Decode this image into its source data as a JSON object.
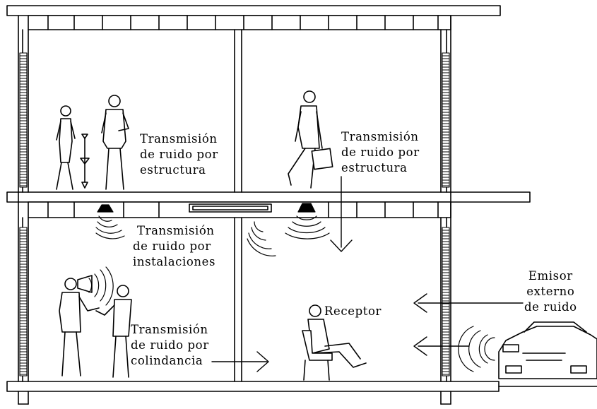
{
  "labels": {
    "structure_left": [
      "Transmisión",
      "de ruido por",
      "estructura"
    ],
    "structure_right": [
      "Transmisión",
      "de ruido por",
      "estructura"
    ],
    "installations": [
      "Transmisión",
      "de ruido por",
      "instalaciones"
    ],
    "adjacency": [
      "Transmisión",
      "de ruido por",
      "colindancia"
    ],
    "receiver": "Receptor",
    "external_emitter": [
      "Emisor",
      "externo",
      "de ruido"
    ]
  },
  "colors": {
    "ink": "#000000",
    "background": "#ffffff"
  }
}
